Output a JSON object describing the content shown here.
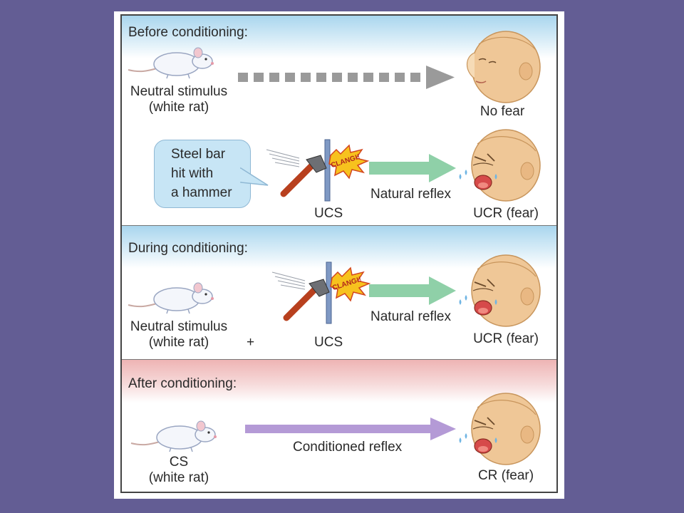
{
  "panels": {
    "before": {
      "heading": "Before conditioning:",
      "rat_label_line1": "Neutral stimulus",
      "rat_label_line2": "(white rat)",
      "face_label": "No fear",
      "bubble_line1": "Steel bar",
      "bubble_line2": "hit with",
      "bubble_line3": "a hammer",
      "clang": "CLANG!!",
      "ucs_label": "UCS",
      "reflex_label": "Natural reflex",
      "response_label": "UCR (fear)"
    },
    "during": {
      "heading": "During conditioning:",
      "rat_label_line1": "Neutral stimulus",
      "rat_label_line2": "(white rat)",
      "plus": "+",
      "clang": "CLANG!!",
      "ucs_label": "UCS",
      "reflex_label": "Natural reflex",
      "response_label": "UCR (fear)"
    },
    "after": {
      "heading": "After conditioning:",
      "rat_label_line1": "CS",
      "rat_label_line2": "(white rat)",
      "reflex_label": "Conditioned reflex",
      "response_label": "CR (fear)"
    }
  },
  "colors": {
    "background": "#635d94",
    "blue_band": "#a9d6ee",
    "pink_band": "#eeb4b4",
    "dashed_arrow": "#9a9a9a",
    "natural_arrow": "#8fd0a8",
    "conditioned_arrow": "#b49ad6",
    "bubble": "#c7e5f5",
    "clang_burst": "#f7c21e"
  },
  "icons": {
    "rat": "white-rat-icon",
    "face_calm": "baby-face-calm-icon",
    "face_crying": "baby-face-crying-icon",
    "hammer": "hammer-icon",
    "steel_bar": "steel-bar-icon"
  }
}
